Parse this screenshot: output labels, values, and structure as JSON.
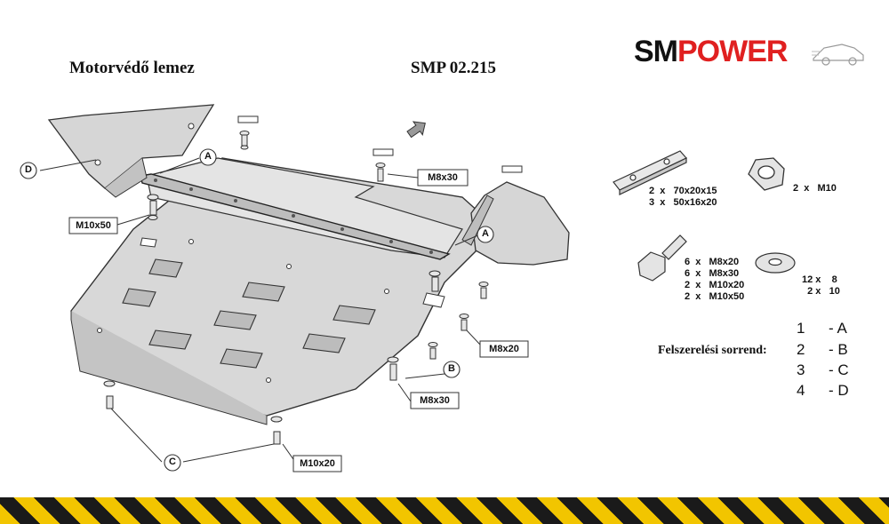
{
  "title": "Motorvédő lemez",
  "part_number": "SMP 02.215",
  "logo": {
    "part1": "SM",
    "part2": "POWER",
    "brand_color": "#e02020"
  },
  "callouts": {
    "D": "D",
    "A1": "A",
    "A2": "A",
    "B": "B",
    "C": "C",
    "m8x30_top": "M8x30",
    "m10x50": "M10x50",
    "m8x20": "M8x20",
    "m8x30_bottom": "M8x30",
    "m10x20": "M10x20"
  },
  "kit": {
    "plates": "2  x   70x20x15\n3  x   50x16x20",
    "nut": "2  x   M10",
    "bolts": "6  x   M8x20\n6  x   M8x30\n2  x   M10x20\n2  x   M10x50",
    "washers": "12 x    8\n  2 x   10"
  },
  "order": {
    "label": "Felszerelési sorrend:",
    "rows": [
      {
        "num": "1",
        "letter": "- A"
      },
      {
        "num": "2",
        "letter": "- B"
      },
      {
        "num": "3",
        "letter": "- C"
      },
      {
        "num": "4",
        "letter": "- D"
      }
    ]
  },
  "colors": {
    "plate": "#d8d8d8",
    "outline": "#333333",
    "hazard_yellow": "#f2c500",
    "hazard_black": "#1a1a1a"
  }
}
